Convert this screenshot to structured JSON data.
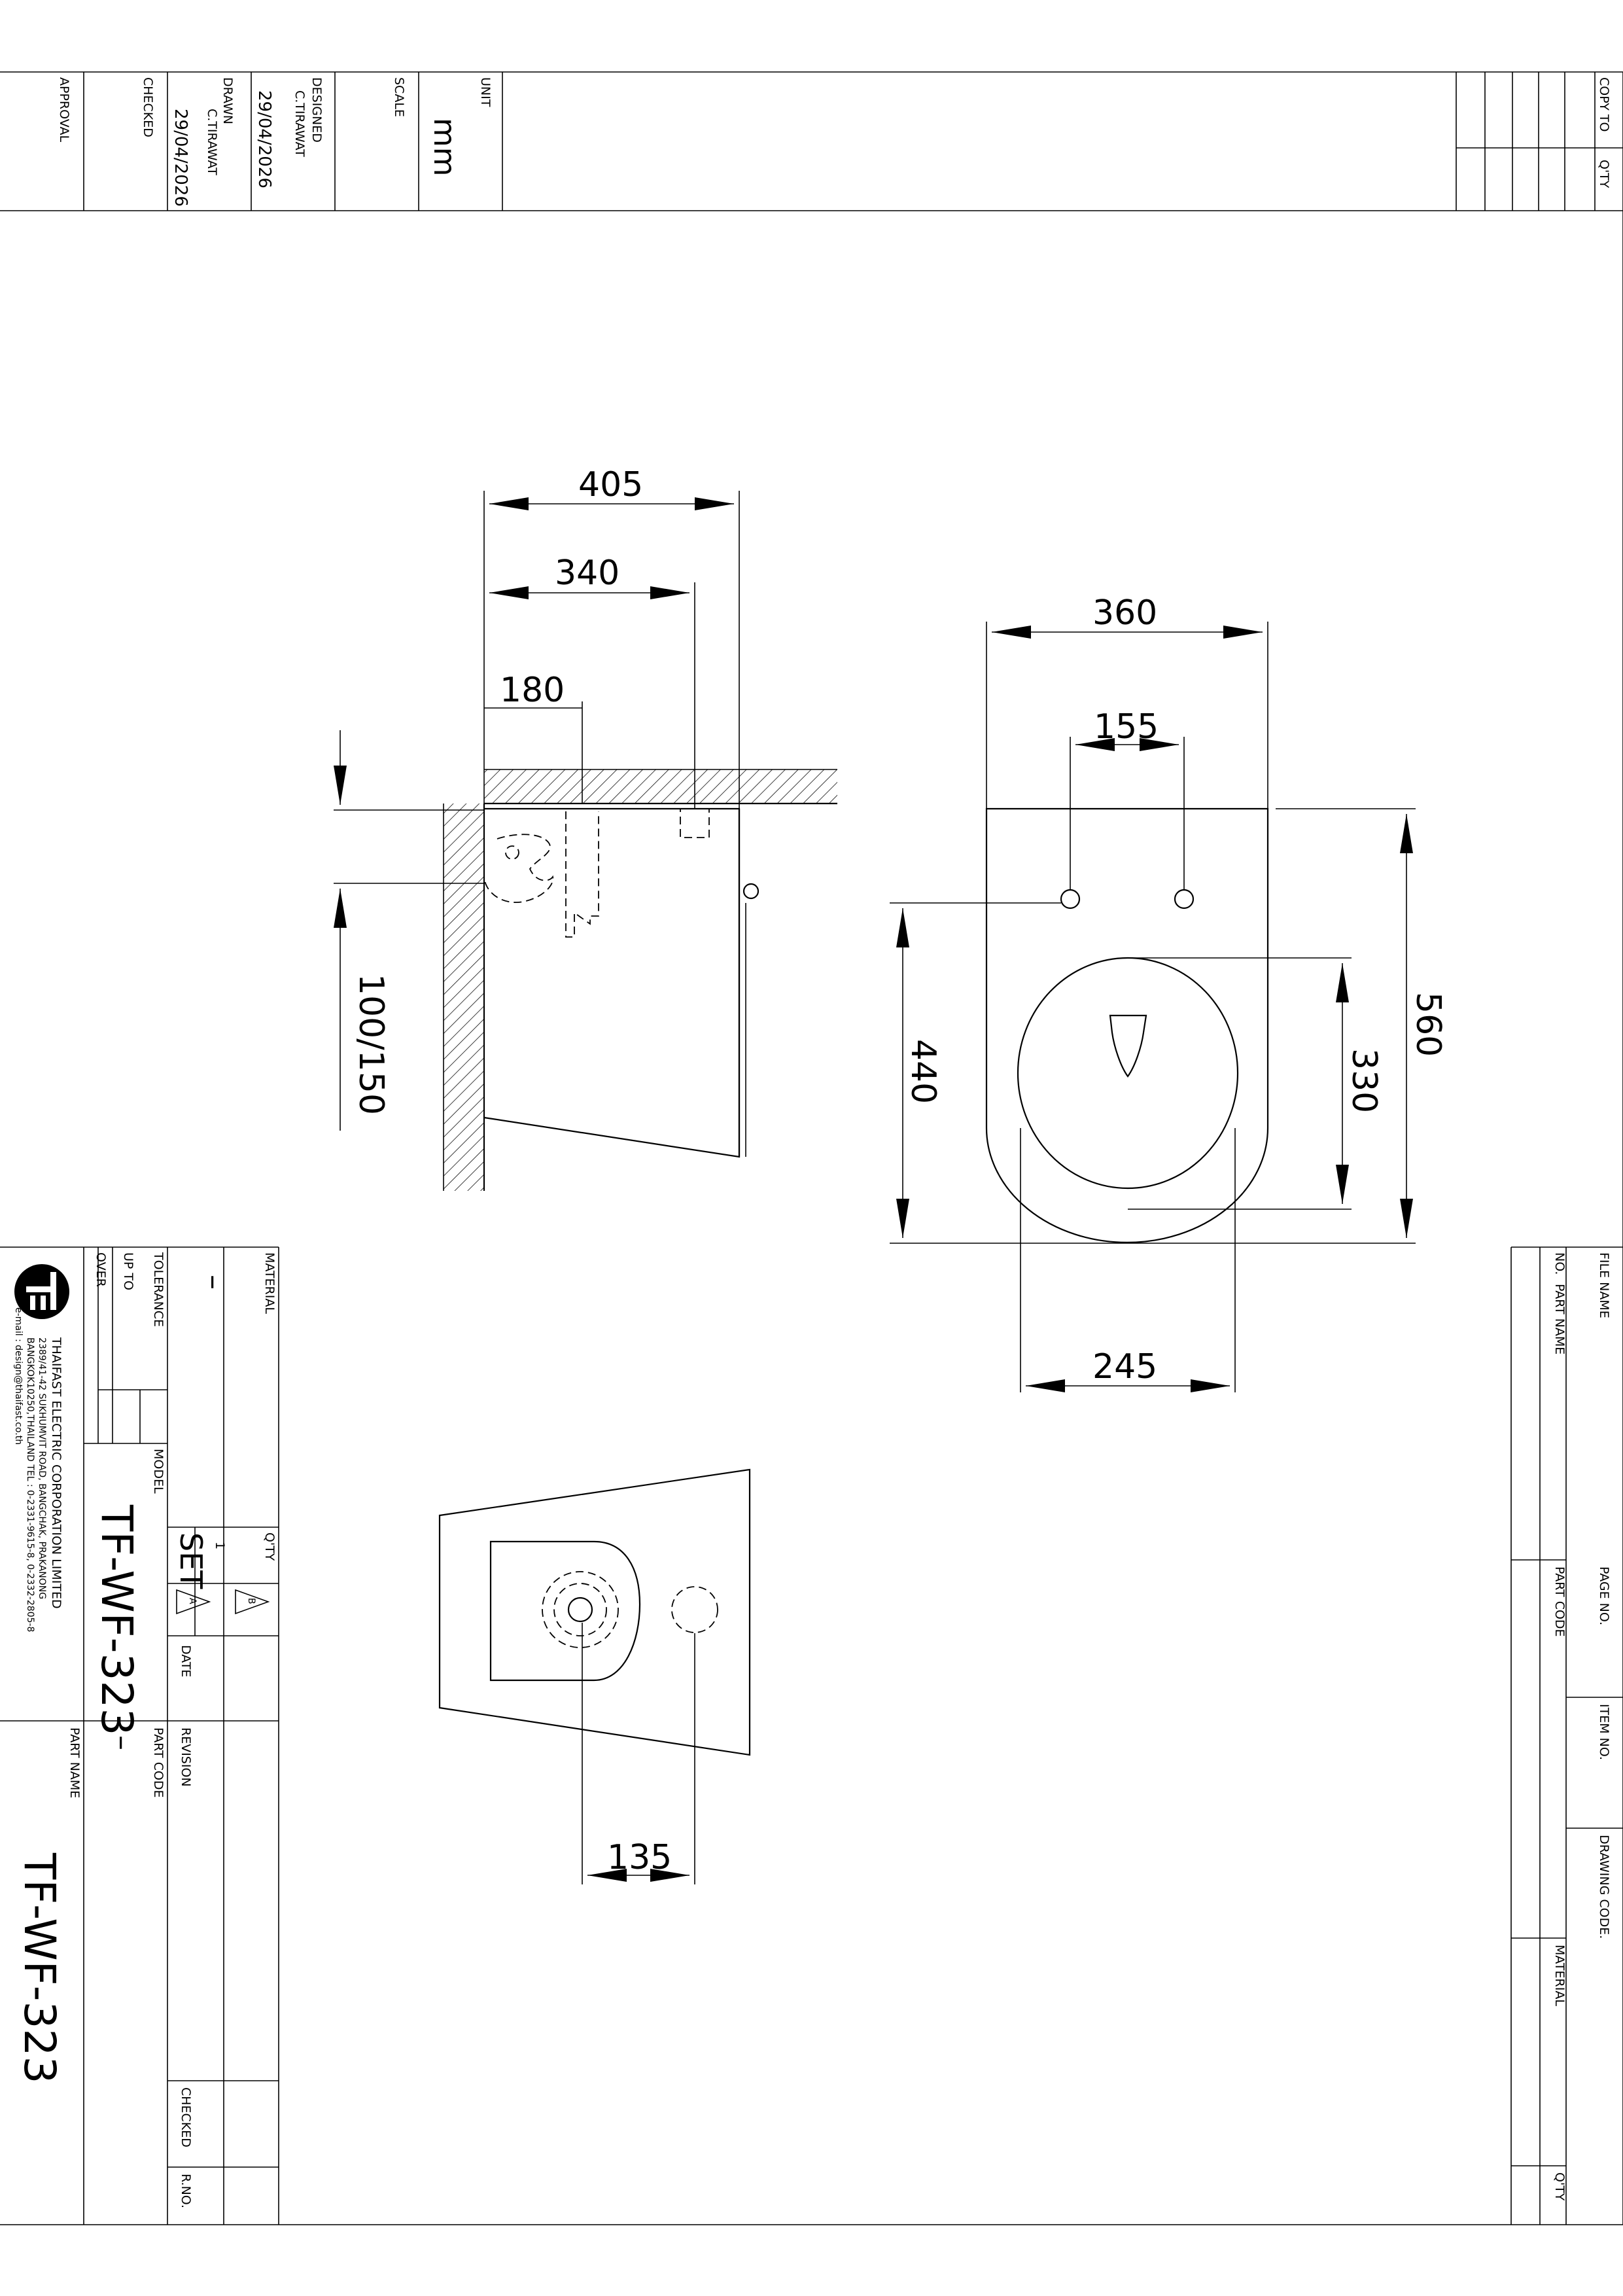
{
  "header": {
    "fields": [
      {
        "label": "APPROVAL",
        "lines": []
      },
      {
        "label": "CHECKED",
        "lines": []
      },
      {
        "label": "DRAWN",
        "lines": [
          "C.TIRAWAT",
          "29/04/2026"
        ]
      },
      {
        "label": "DESIGNED",
        "lines": [
          "C.TIRAWAT",
          "29/04/2026"
        ]
      },
      {
        "label": "SCALE",
        "lines": []
      },
      {
        "label": "UNIT",
        "lines": [
          "mm"
        ]
      }
    ],
    "copy_to": "COPY TO",
    "qty": "Q'TY"
  },
  "dimensions": {
    "side_405": "405",
    "side_340": "340",
    "side_180": "180",
    "side_100_150": "100/150",
    "top_360": "360",
    "top_155": "155",
    "top_560": "560",
    "top_330": "330",
    "top_440": "440",
    "top_245": "245",
    "front_135": "135"
  },
  "title_block": {
    "material_label": "MATERIAL",
    "material_value": "–",
    "qty_label": "Q'TY",
    "qty_value": "1",
    "qty_unit": "SET",
    "tolerance_label": "TOLERANCE",
    "up_to_label": "UP TO",
    "over_label": "OVER",
    "model_label": "MODEL",
    "model_value": "TF-WF-323",
    "date_label": "DATE",
    "rev_a": "A",
    "rev_b": "B",
    "revision_label": "REVISION",
    "part_code_label": "PART CODE",
    "part_code_value": "–",
    "part_name_label": "PART NAME",
    "part_name_value": "TF-WF-323",
    "checked_label": "CHECKED",
    "rno_label": "R.NO.",
    "company": {
      "name": "THAIFAST ELECTRIC CORPORATION LIMITED",
      "address1": "2389/41-42 SUKHUMVIT ROAD, BANGCHAK, PRAKANONG",
      "address2": "BANGKOK10250,THAILAND  TEL : 0-2331-9615-8, 0-2332-2805-8",
      "email": "e-mail : design@thaifast.co.th"
    }
  },
  "right_block": {
    "file_name": "FILE NAME",
    "no": "NO.",
    "part_name": "PART NAME",
    "page_no": "PAGE NO.",
    "part_code": "PART CODE",
    "item_no": "ITEM NO.",
    "drawing_code": "DRAWING CODE.",
    "material": "MATERIAL",
    "qty": "Q'TY"
  }
}
